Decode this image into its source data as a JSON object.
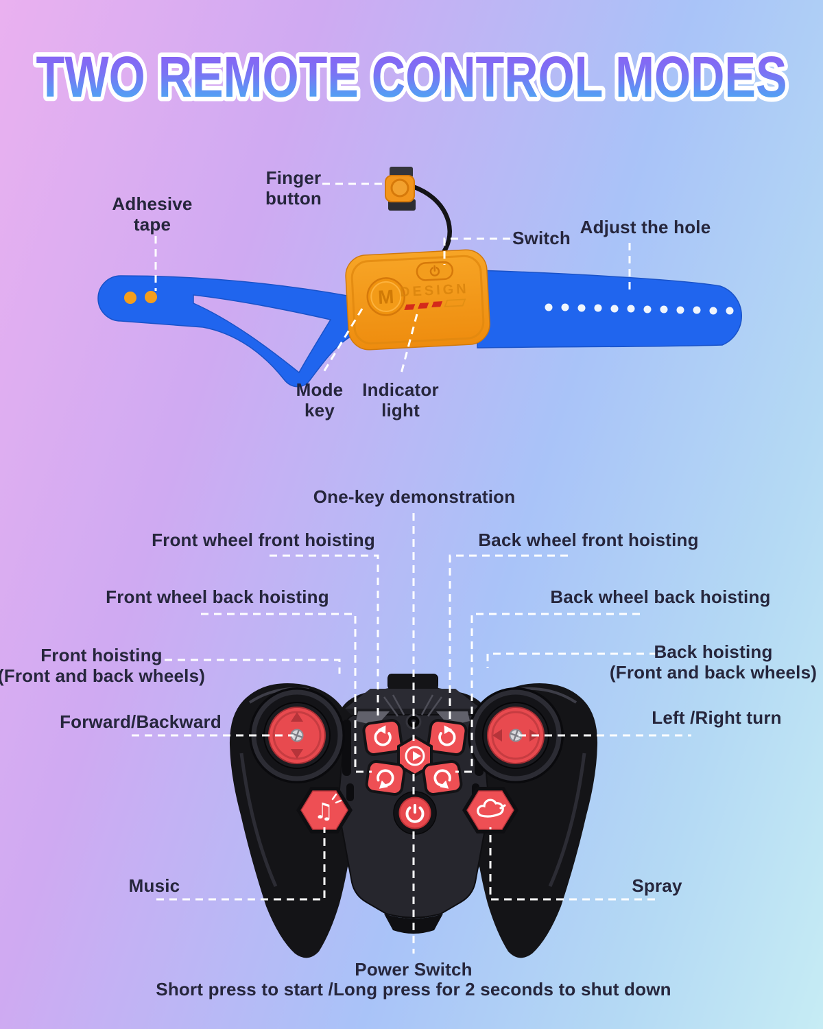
{
  "title": "TWO REMOTE CONTROL MODES",
  "colors": {
    "background_pink": "#eab1f0",
    "background_blue": "#a9c3f8",
    "title_gradient_top": "#8f5af3",
    "title_gradient_bottom": "#3eb7f3",
    "title_outline": "#ffffff",
    "strap_blue": "#2065ee",
    "unit_orange": "#f39b1b",
    "button_red": "#ee4f54",
    "controller_black": "#141417",
    "label_text": "#26263c",
    "leader_line": "#ffffff",
    "indicator_red": "#d42a1b"
  },
  "wristband": {
    "device_text": "DESIGN",
    "mode_button_label": "M",
    "labels": {
      "adhesive_tape": "Adhesive tape",
      "finger_button": "Finger button",
      "switch": "Switch",
      "adjust_hole": "Adjust the hole",
      "mode_key": "Mode key",
      "indicator_light": "Indicator light"
    }
  },
  "controller": {
    "labels": {
      "one_key": "One-key demonstration",
      "front_wheel_front": "Front wheel front hoisting",
      "back_wheel_front": "Back wheel front hoisting",
      "front_wheel_back": "Front wheel back hoisting",
      "back_wheel_back": "Back wheel back hoisting",
      "front_hoisting_1": "Front hoisting",
      "front_hoisting_2": "(Front and back wheels)",
      "back_hoisting_1": "Back hoisting",
      "back_hoisting_2": "(Front and back wheels)",
      "forward_backward": "Forward/Backward",
      "left_right": "Left /Right turn",
      "music": "Music",
      "spray": "Spray",
      "power_1": "Power Switch",
      "power_2": "Short press to start /Long press for 2 seconds to shut down"
    }
  }
}
